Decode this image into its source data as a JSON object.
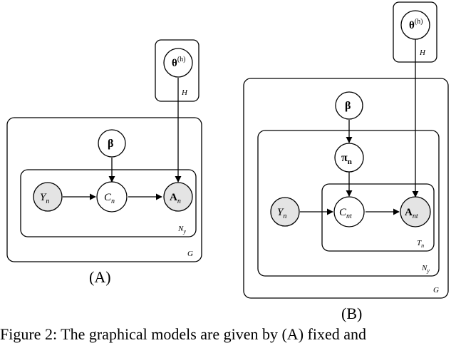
{
  "panel_a": {
    "label": "(A)",
    "nodes": {
      "theta": {
        "main": "θ",
        "sup": "(h)",
        "observed": false
      },
      "beta": {
        "main": "β",
        "observed": false
      },
      "y": {
        "main": "Y",
        "sub": "n",
        "observed": true
      },
      "c": {
        "main": "C",
        "sub": "n",
        "observed": false
      },
      "a": {
        "main": "A",
        "sub": "n",
        "observed": true
      }
    },
    "plates": {
      "h": "H",
      "ny": "N",
      "ny_sub": "y",
      "g": "G"
    }
  },
  "panel_b": {
    "label": "(B)",
    "nodes": {
      "theta": {
        "main": "θ",
        "sup": "(h)",
        "observed": false
      },
      "beta": {
        "main": "β",
        "observed": false
      },
      "pi": {
        "main": "π",
        "sub": "n",
        "observed": false
      },
      "y": {
        "main": "Y",
        "sub": "n",
        "observed": true
      },
      "c": {
        "main": "C",
        "sub": "nt",
        "observed": false
      },
      "a": {
        "main": "A",
        "sub": "nt",
        "observed": true
      }
    },
    "plates": {
      "h": "H",
      "tn": "T",
      "tn_sub": "n",
      "ny": "N",
      "ny_sub": "y",
      "g": "G"
    }
  },
  "caption": "Figure 2: The graphical models are given by (A) fixed and",
  "colors": {
    "observed_fill": "#e4e4e4",
    "latent_fill": "#ffffff",
    "stroke": "#000000"
  }
}
